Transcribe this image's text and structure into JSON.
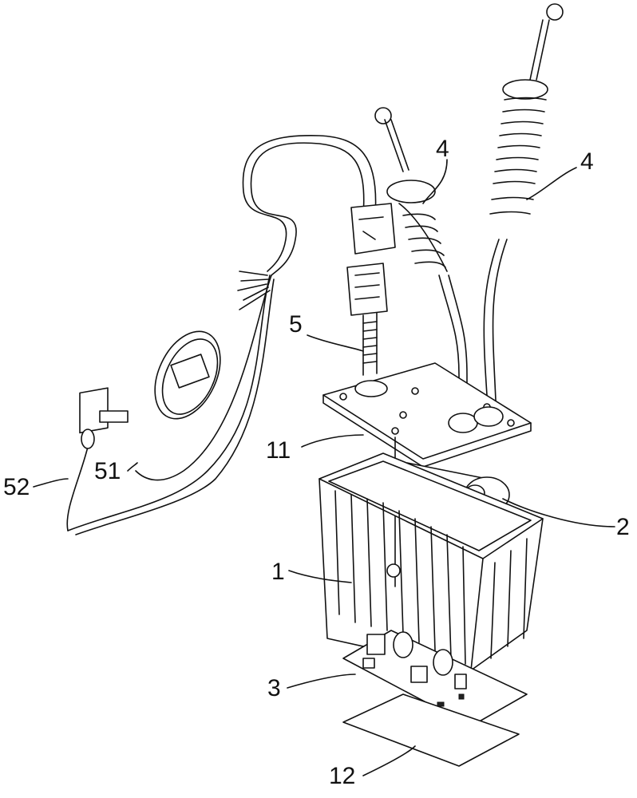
{
  "figure": {
    "labels": {
      "spring_left": "4",
      "spring_right": "4",
      "connector": "5",
      "cover_plate": "11",
      "valve": "2",
      "box": "1",
      "circuit_board": "3",
      "bottom_plate": "12",
      "knob_switch": "51",
      "toggle_switch": "52"
    }
  }
}
